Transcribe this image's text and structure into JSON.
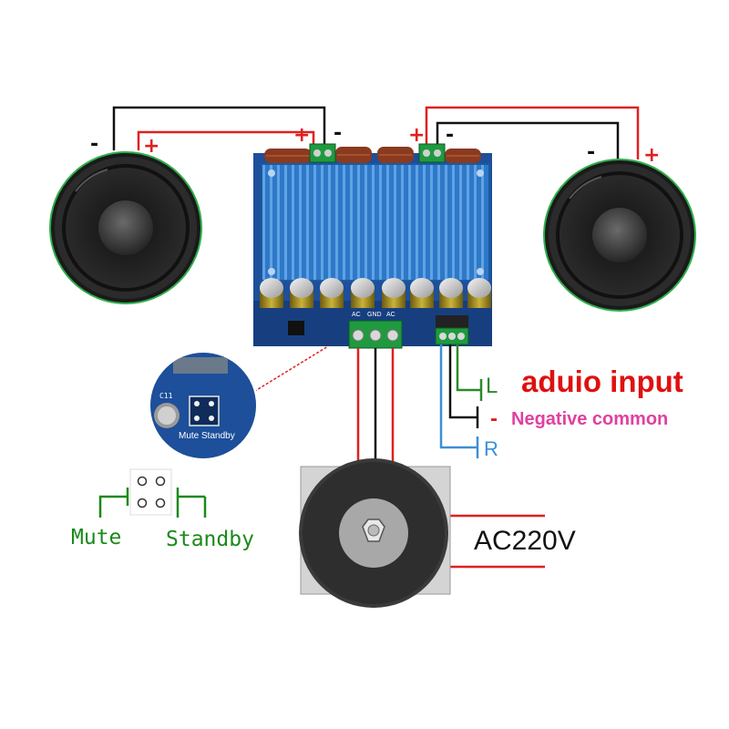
{
  "labels": {
    "left_speaker_minus": "-",
    "left_speaker_plus": "+",
    "board_left_plus": "+",
    "board_left_minus": "-",
    "board_right_plus": "+",
    "board_right_minus": "-",
    "right_speaker_minus": "-",
    "right_speaker_plus": "+",
    "input_l": "L",
    "input_common_sign": "-",
    "input_r": "R",
    "audio_input_title": "aduio input",
    "negative_common": "Negative common",
    "mute": "Mute",
    "standby": "Standby",
    "mains": "AC220V",
    "zoom_inset_caption": "Mute Standby",
    "zoom_inset_ref": "C11",
    "board_terminal_ac1": "AC",
    "board_terminal_gnd": "GND",
    "board_terminal_ac2": "AC"
  },
  "colors": {
    "negative_wire": "#111111",
    "positive_wire": "#e02020",
    "audio_l_wire": "#2a8a2a",
    "audio_r_wire": "#3b8fd8",
    "title_red": "#e01010",
    "negative_common_pink": "#e040a0",
    "switch_green": "#1a8a1a",
    "heatsink_blue": "#2e78c8",
    "pcb_blue": "#1d4f9a"
  }
}
